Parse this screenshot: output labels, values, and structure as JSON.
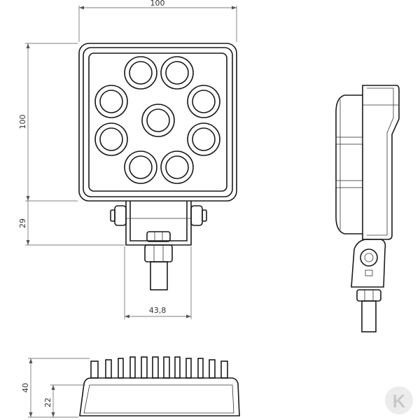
{
  "dimensions": {
    "width_top": "100",
    "height_front": "100",
    "bracket_height": "29",
    "bolt_width": "43,8",
    "depth_total": "40",
    "depth_base": "22"
  },
  "logo": {
    "glyph": "K",
    "name": "brand-logo-k"
  },
  "colors": {
    "line": "#1a1a1a",
    "dimension": "#555555",
    "logo": "#c9c9c9"
  }
}
